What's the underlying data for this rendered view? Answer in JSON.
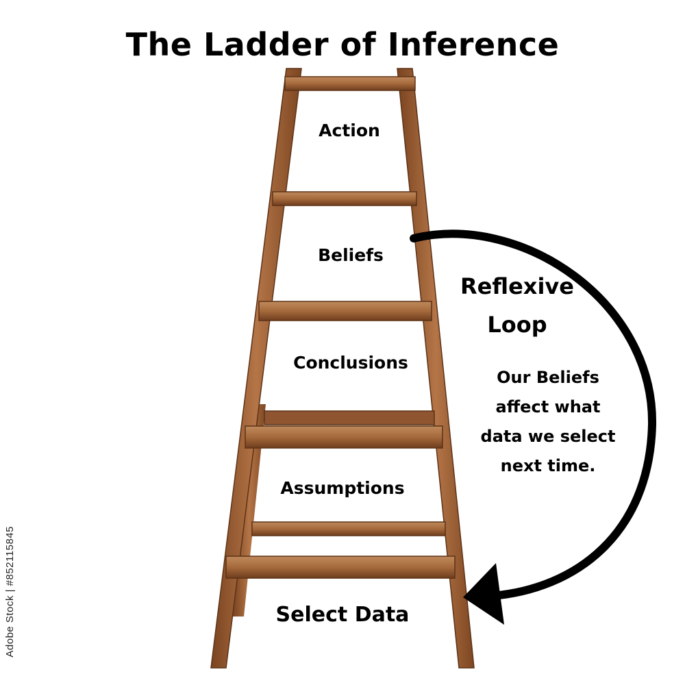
{
  "title": "The Ladder of Inference",
  "rungs": {
    "action": "Action",
    "beliefs": "Beliefs",
    "conclusions": "Conclusions",
    "assumptions": "Assumptions",
    "select_data": "Select Data"
  },
  "loop": {
    "title_line1": "Reflexive",
    "title_line2": "Loop",
    "desc_line1": "Our Beliefs",
    "desc_line2": "affect what",
    "desc_line3": "data we select",
    "desc_line4": "next time."
  },
  "watermark": "Adobe Stock | #852115845",
  "colors": {
    "wood": "#a8683a",
    "wood_dark": "#6e3d1c",
    "wood_light": "#c99466",
    "ink": "#000000"
  }
}
